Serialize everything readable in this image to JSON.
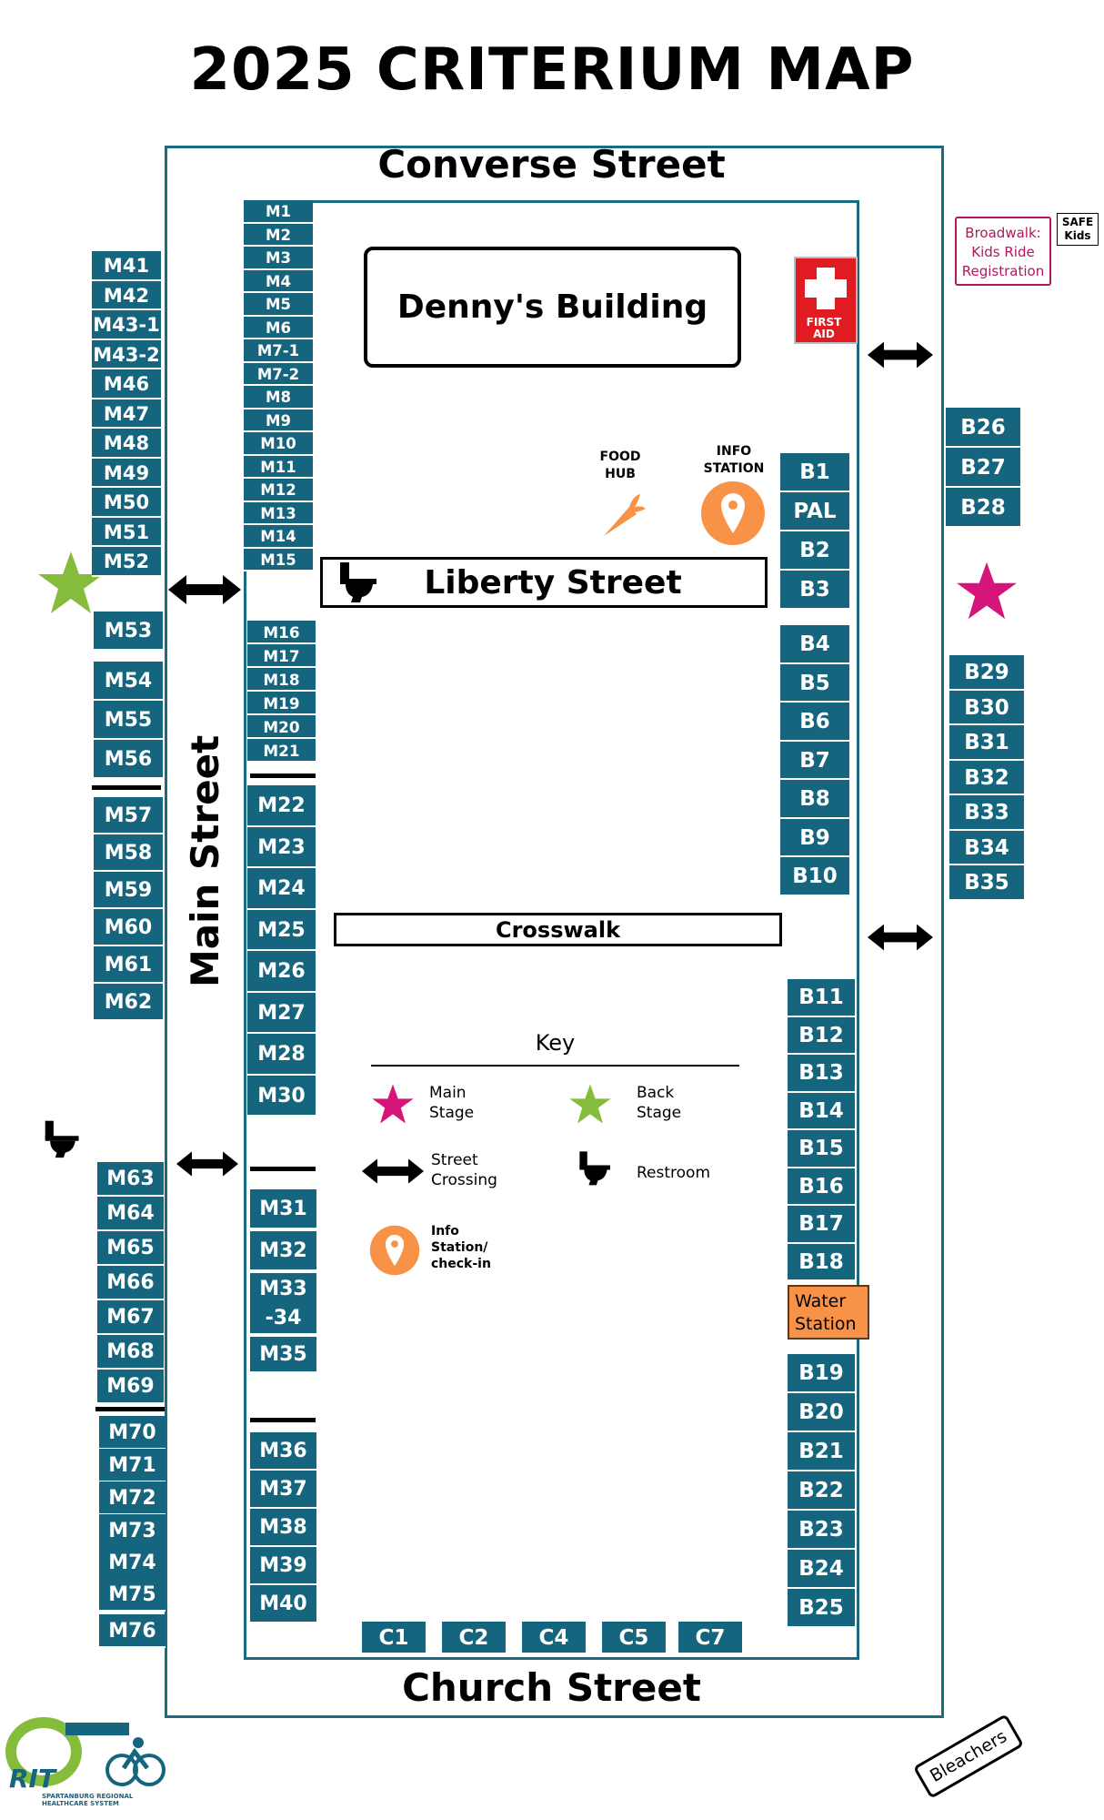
{
  "title": "2025 CRITERIUM MAP",
  "streets": {
    "north": "Converse Street",
    "south": "Church Street",
    "west": "Main Street",
    "liberty": "Liberty Street",
    "crosswalk": "Crosswalk"
  },
  "building": "Denny's Building",
  "first_aid": "FIRST AID",
  "food_hub": [
    "FOOD",
    "HUB"
  ],
  "info_station": [
    "INFO",
    "STATION"
  ],
  "water_station": [
    "Water",
    "Station"
  ],
  "broadwalk": [
    "Broadwalk:",
    "Kids Ride",
    "Registration"
  ],
  "safe_kids": [
    "SAFE",
    "Kids"
  ],
  "bleachers": "Bleachers",
  "logo": {
    "mark": "RIT",
    "sub": "SPARTANBURG REGIONAL HEALTHCARE SYSTEM"
  },
  "key": {
    "heading": "Key",
    "main_stage": [
      "Main",
      "Stage"
    ],
    "back_stage": [
      "Back",
      "Stage"
    ],
    "street_crossing": [
      "Street",
      "Crossing"
    ],
    "restroom": "Restroom",
    "info_checkin": [
      "Info",
      "Station/",
      "check-in"
    ]
  },
  "colors": {
    "booth": "#15657e",
    "main_stage": "#d6157a",
    "back_stage": "#86bc3c",
    "info": "#f79246",
    "first_aid": "#e11b22"
  },
  "booths": {
    "outer_left_top": [
      "M41",
      "M42",
      "M43-1",
      "M43-2",
      "M46",
      "M47",
      "M48",
      "M49",
      "M50",
      "M51",
      "M52"
    ],
    "outer_left_mid_a": [
      "M53",
      "M54",
      "M55",
      "M56"
    ],
    "outer_left_mid_b": [
      "M57",
      "M58",
      "M59",
      "M60",
      "M61",
      "M62"
    ],
    "outer_left_bot_a": [
      "M63",
      "M64",
      "M65",
      "M66",
      "M67",
      "M68",
      "M69"
    ],
    "outer_left_bot_b": [
      "M70",
      "M71",
      "M72",
      "M73",
      "M74",
      "M75",
      "M76"
    ],
    "inner_left_a": [
      "M1",
      "M2",
      "M3",
      "M4",
      "M5",
      "M6",
      "M7-1",
      "M7-2",
      "M8",
      "M9",
      "M10",
      "M11",
      "M12",
      "M13",
      "M14",
      "M15"
    ],
    "inner_left_b": [
      "M16",
      "M17",
      "M18",
      "M19",
      "M20",
      "M21"
    ],
    "inner_left_c": [
      "M22",
      "M23",
      "M24",
      "M25",
      "M26",
      "M27",
      "M28",
      "M30"
    ],
    "inner_left_d": [
      "M31",
      "M32",
      "M33-34",
      "M35"
    ],
    "inner_left_e": [
      "M36",
      "M37",
      "M38",
      "M39",
      "M40"
    ],
    "inner_right_a": [
      "B1",
      "PAL",
      "B2",
      "B3"
    ],
    "inner_right_b": [
      "B4",
      "B5",
      "B6",
      "B7",
      "B8",
      "B9",
      "B10"
    ],
    "inner_right_c": [
      "B11",
      "B12",
      "B13",
      "B14",
      "B15",
      "B16",
      "B17",
      "B18"
    ],
    "inner_right_d": [
      "B19",
      "B20",
      "B21",
      "B22",
      "B23",
      "B24",
      "B25"
    ],
    "outer_right_a": [
      "B26",
      "B27",
      "B28"
    ],
    "outer_right_b": [
      "B29",
      "B30",
      "B31",
      "B32",
      "B33",
      "B34",
      "B35"
    ],
    "bottom": [
      "C1",
      "C2",
      "C4",
      "C5",
      "C7"
    ]
  }
}
